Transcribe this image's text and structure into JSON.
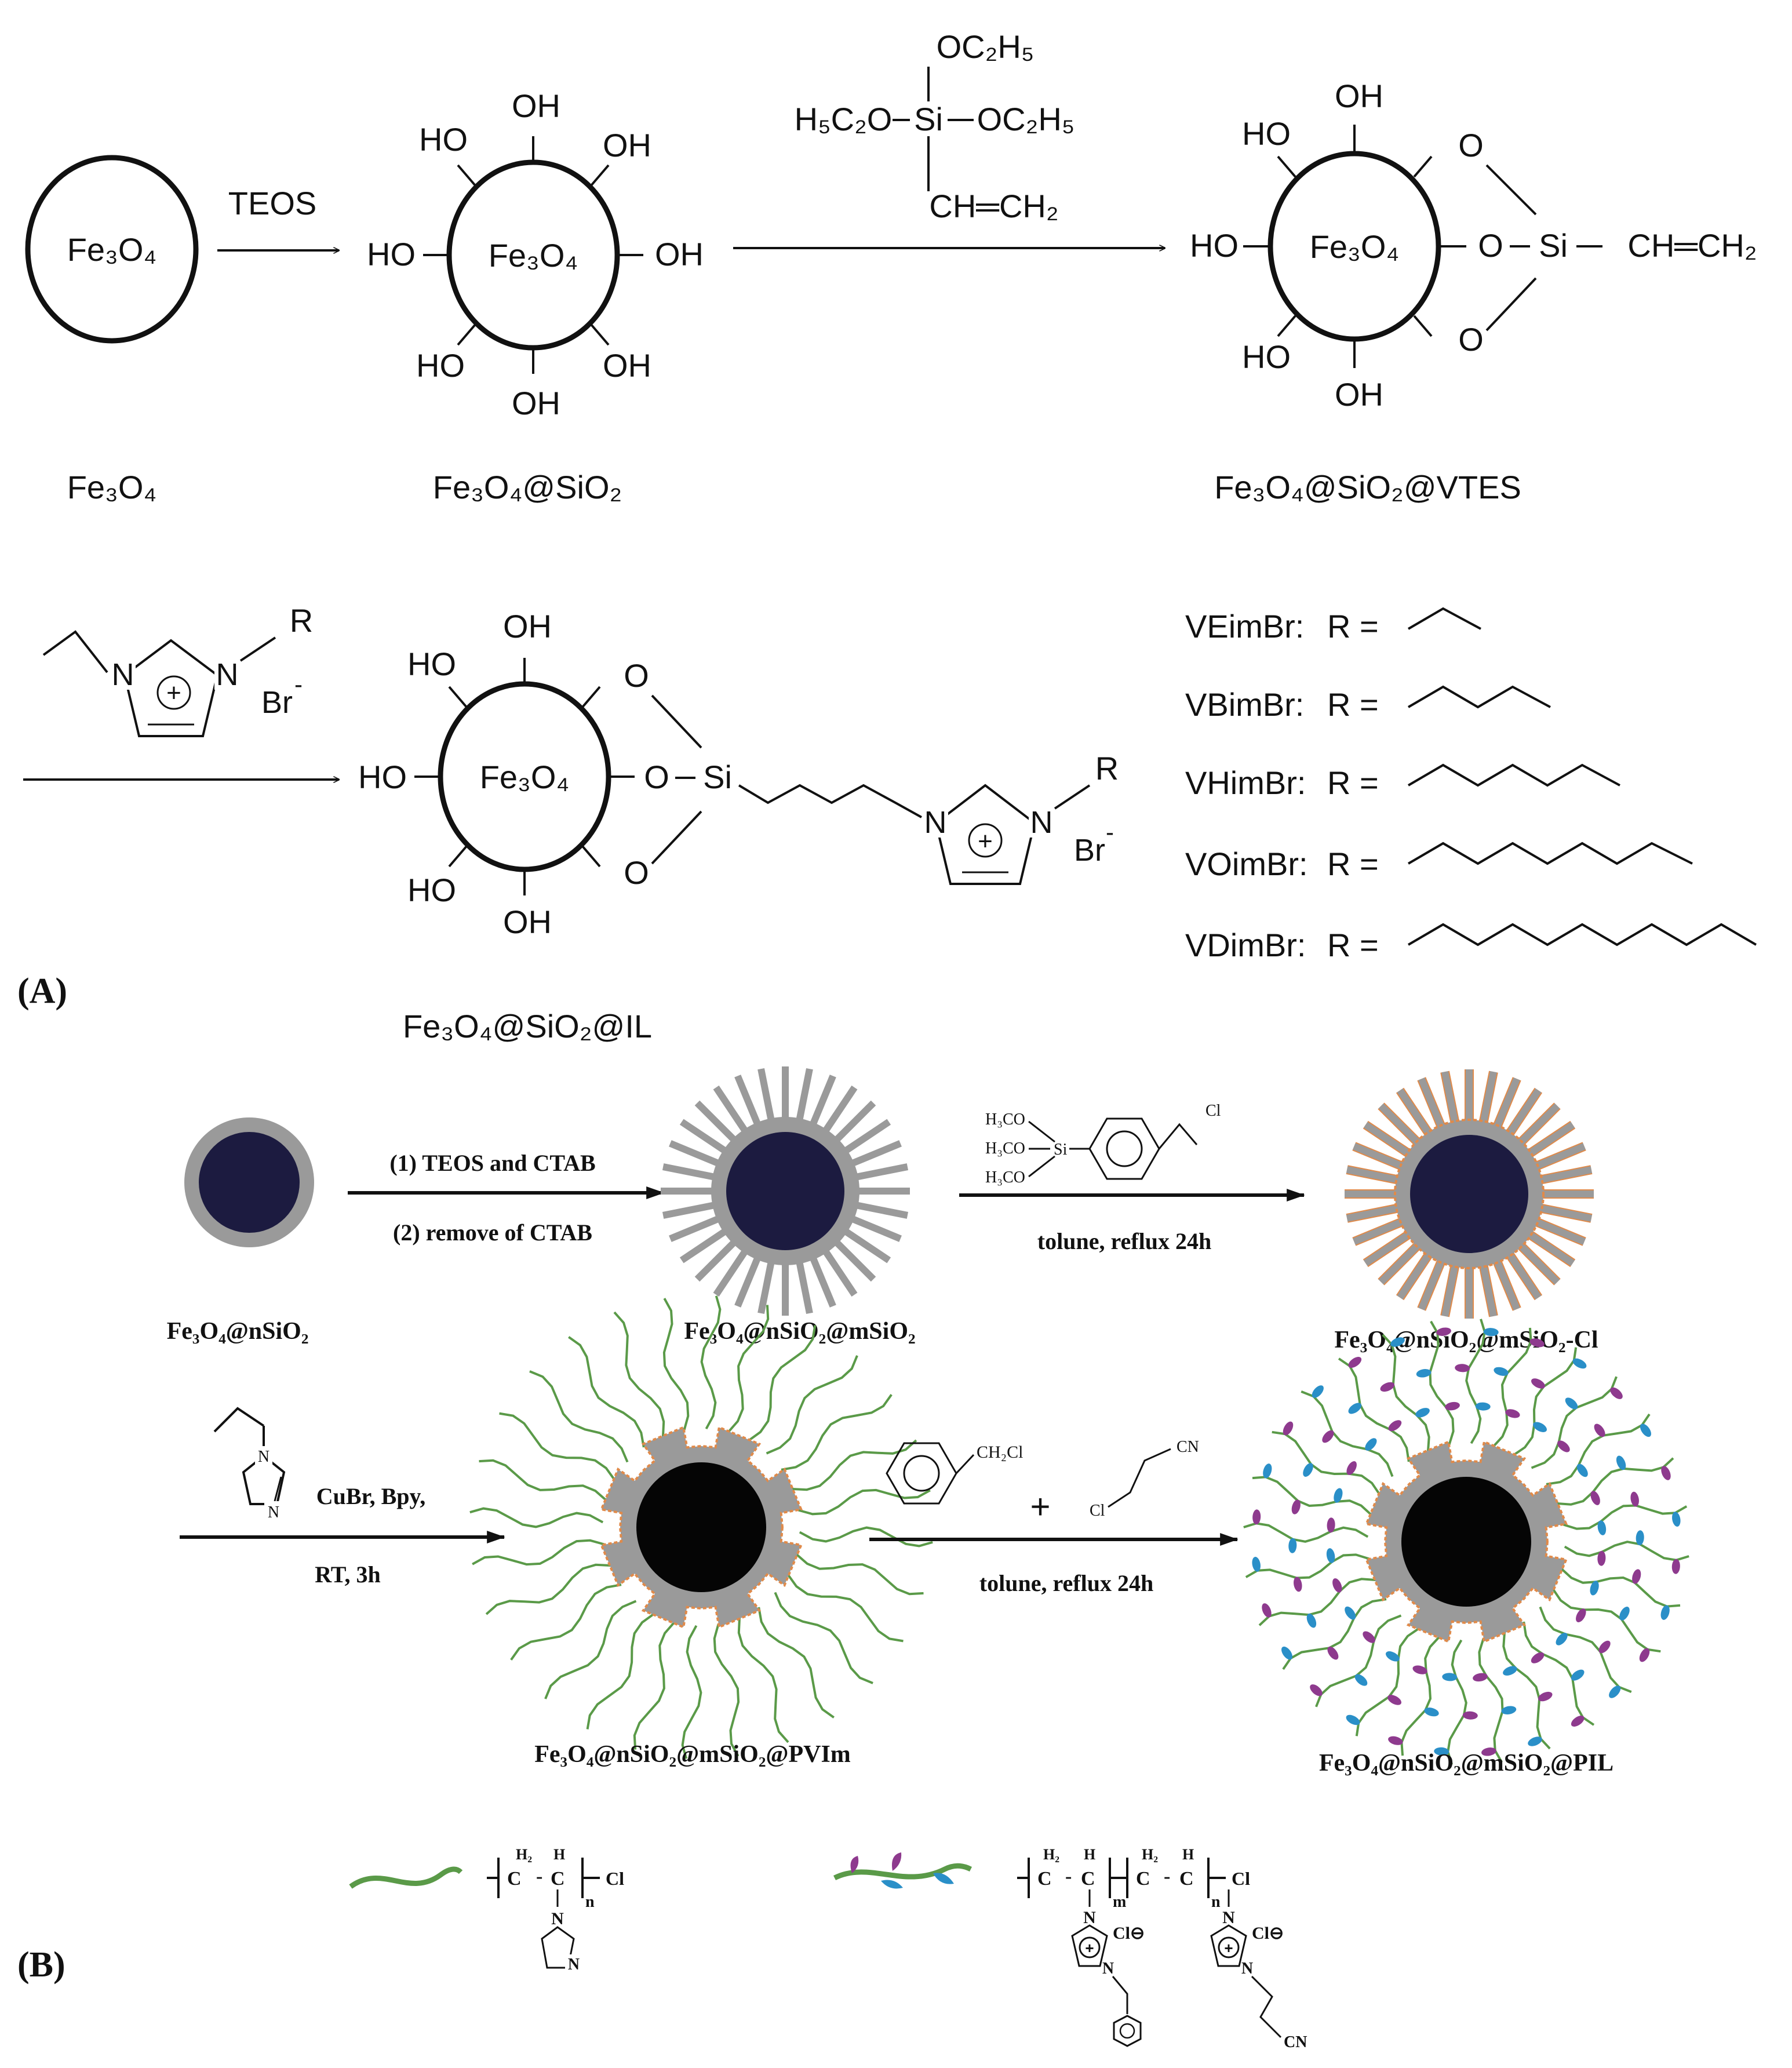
{
  "panel_a": {
    "panel_label": "(A)",
    "step1_reagent": "TEOS",
    "core_label": "Fe₃O₄",
    "hydroxyl": "OH",
    "hydroxyl_left": "HO",
    "oxygen": "O",
    "silicon": "Si",
    "vtes": {
      "top": "OC₂H₅",
      "left": "H₅C₂O",
      "right": "OC₂H₅",
      "bottom": "CH═CH₂"
    },
    "vinyl_label": "CH═CH₂",
    "R": "R",
    "bromide": "Br",
    "minus": "-",
    "nitrogen": "N",
    "plus": "+",
    "products": {
      "p1": "Fe₃O₄",
      "p2": "Fe₃O₄@SiO₂",
      "p3": "Fe₃O₄@SiO₂@VTES",
      "p4": "Fe₃O₄@SiO₂@IL"
    },
    "r_groups": [
      {
        "name": "VEimBr:",
        "eq": "R ="
      },
      {
        "name": "VBimBr:",
        "eq": "R ="
      },
      {
        "name": "VHimBr:",
        "eq": "R ="
      },
      {
        "name": "VOimBr:",
        "eq": "R ="
      },
      {
        "name": "VDimBr:",
        "eq": "R ="
      }
    ]
  },
  "panel_b": {
    "panel_label": "(B)",
    "step1_line1": "(1) TEOS and CTAB",
    "step1_line2": "(2) remove of CTAB",
    "silane": {
      "h3co": "H₃CO",
      "si": "Si",
      "cl": "Cl"
    },
    "step2_conditions": "tolune, reflux 24h",
    "step3_reagents": "CuBr, Bpy,",
    "step3_conditions": "RT, 3h",
    "ch2cl": "CH₂Cl",
    "plus_sign": "+",
    "cl": "Cl",
    "cn": "CN",
    "step4_conditions": "tolune, reflux 24h",
    "products": {
      "p1": "Fe₃O₄@nSiO₂",
      "p2": "Fe₃O₄@nSiO₂@mSiO₂",
      "p3": "Fe₃O₄@nSiO₂@mSiO₂-Cl",
      "p4": "Fe₃O₄@nSiO₂@mSiO₂@PVIm",
      "p5": "Fe₃O₄@nSiO₂@mSiO₂@PIL"
    },
    "legend": {
      "h2": "H₂",
      "c": "C",
      "h": "H",
      "n": "n",
      "m": "m",
      "cl": "Cl",
      "cl_anion": "Cl⊖",
      "N": "N"
    },
    "colors": {
      "core_dark": "#1c1b40",
      "core_black": "#050505",
      "shell_gray": "#9a9a9a",
      "chloro_orange": "#e08a4a",
      "polymer_green": "#5a9a48",
      "leaf_purple": "#8e3a8e",
      "leaf_blue": "#2a8fc8"
    }
  }
}
